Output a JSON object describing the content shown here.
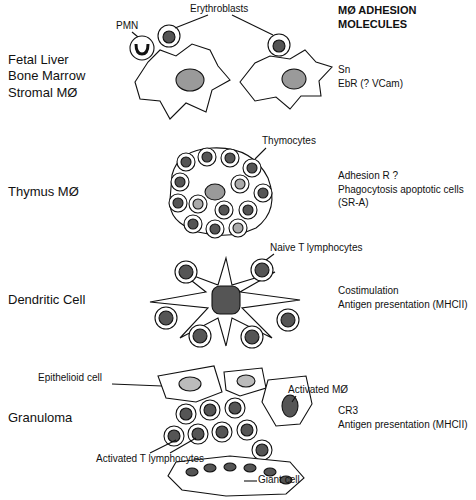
{
  "diagram": {
    "title": "MØ ADHESION MOLECULES",
    "labels": [
      "Erythroblasts",
      "PMN",
      "Fetal Liver Bone Marrow Stromal MØ",
      "Sn",
      "EbR (? VCam)",
      "Thymocytes",
      "Thymus MØ",
      "Adhesion R ?",
      "Phagocytosis apoptotic cells (SR-A)",
      "Naive T lymphocytes",
      "Dendritic Cell",
      "Costimulation",
      "Antigen presentation (MHCII)",
      "Epithelioid cell",
      "Activated MØ",
      "Granuloma",
      "CR3",
      "Antigen presentation (MHCII)",
      "Activated T lymphocytes",
      "Giant cell"
    ]
  }
}
